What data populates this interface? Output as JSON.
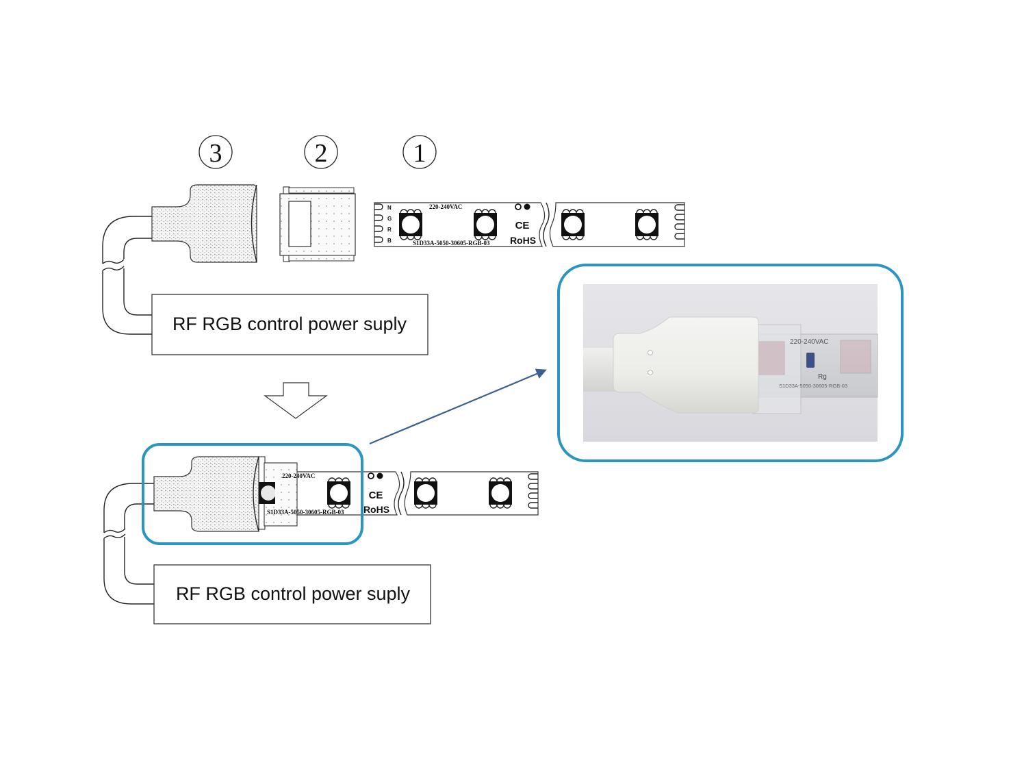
{
  "diagram": {
    "title": "LED strip connector installation",
    "step_numbers": [
      "3",
      "2",
      "1"
    ],
    "components": [
      {
        "id": "3",
        "name": "End plug with cable"
      },
      {
        "id": "2",
        "name": "Connector clip"
      },
      {
        "id": "1",
        "name": "LED strip"
      }
    ],
    "strip_labels": {
      "voltage": "220-240VAC",
      "part_number": "S1D33A-5050-30605-RGB-03",
      "pins": [
        "N",
        "G",
        "R",
        "B"
      ],
      "ce": "CE",
      "rohs": "RoHS"
    },
    "power_supply_label_top": "RF RGB control power suply",
    "power_supply_label_bottom": "RF RGB control power suply",
    "photo": {
      "voltage": "220-240VAC",
      "resistor_label": "Rg",
      "part_number": "S1D33A-5050-30605-RGB-03"
    },
    "colors": {
      "highlight": "#2a95bf",
      "pointer_arrow": "#3d5f92",
      "line": "#222222"
    }
  }
}
